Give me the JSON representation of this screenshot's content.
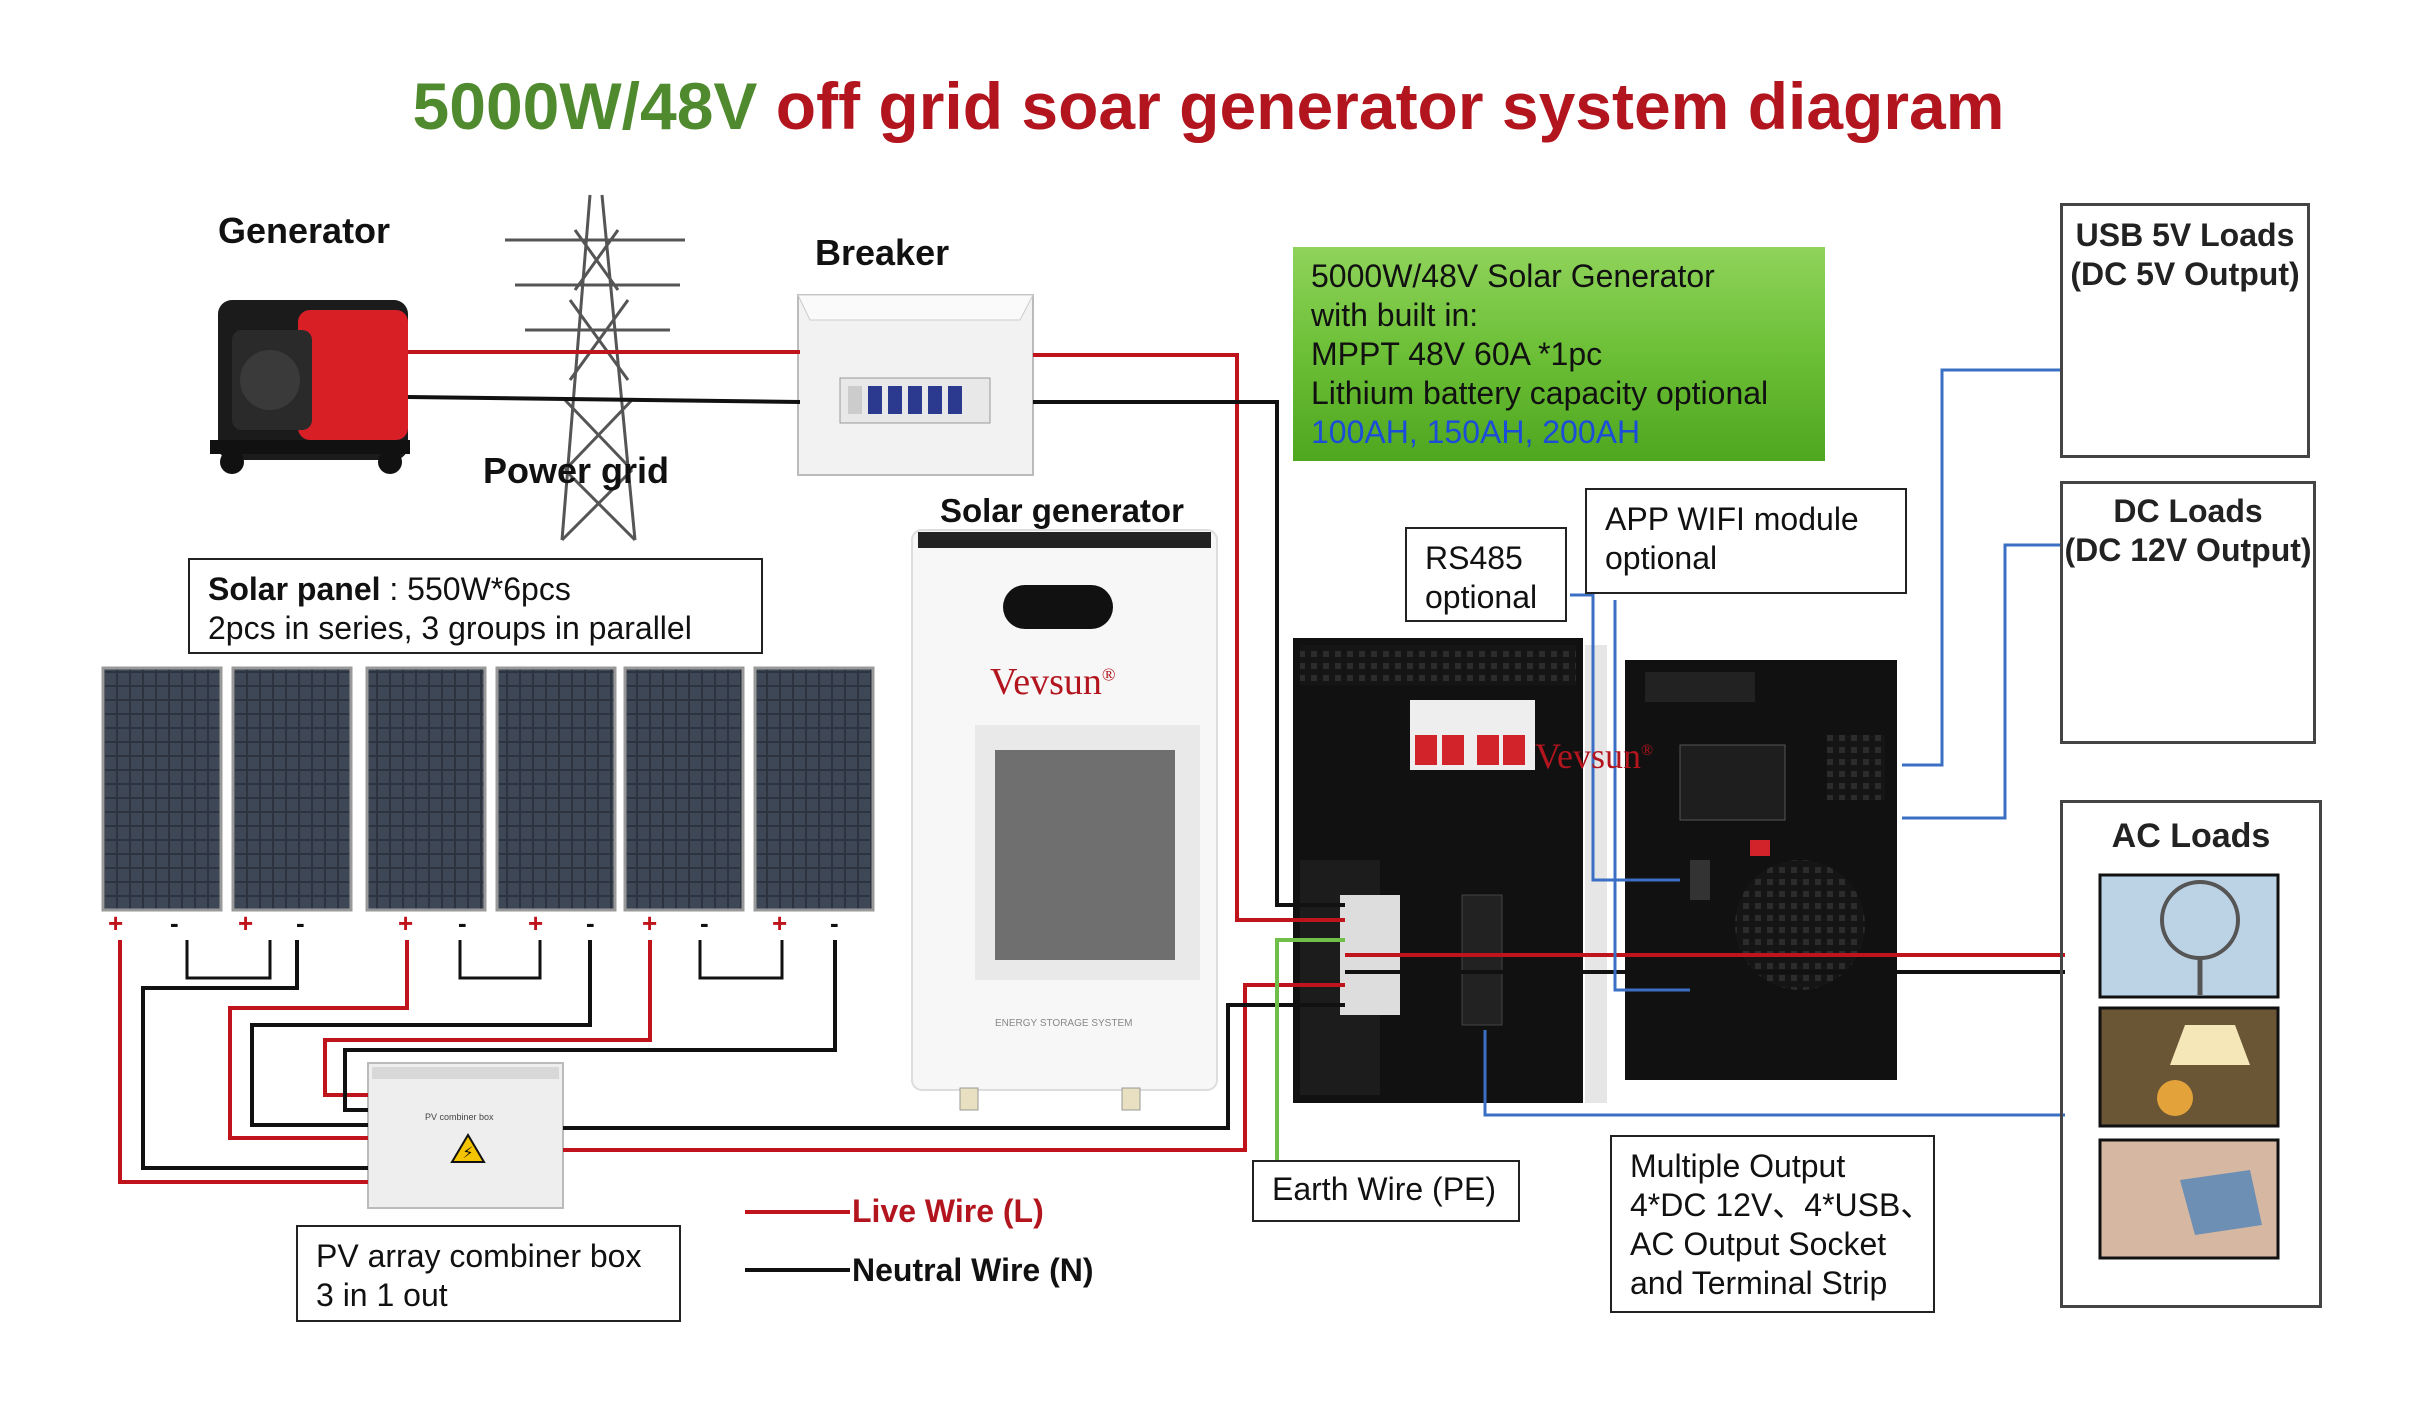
{
  "title": {
    "part1": "5000W/48V",
    "part2": "off grid soar generator system diagram"
  },
  "labels": {
    "generator": "Generator",
    "power_grid": "Power grid",
    "breaker": "Breaker",
    "solar_generator": "Solar generator"
  },
  "solar_panel_box": {
    "bold": "Solar panel",
    "line1_rest": " : 550W*6pcs",
    "line2": "2pcs in series, 3 groups in parallel"
  },
  "system_box": {
    "lines": [
      "5000W/48V Solar Generator",
      "with built in:",
      "MPPT 48V 60A *1pc",
      "Lithium battery capacity optional"
    ],
    "capacity_options": "100AH, 150AH, 200AH"
  },
  "rs485_box": {
    "line1": "RS485",
    "line2": "optional"
  },
  "wifi_box": {
    "line1": "APP WIFI module",
    "line2": "optional"
  },
  "usb_loads": {
    "line1": "USB 5V Loads",
    "line2": "(DC 5V Output)"
  },
  "dc_loads": {
    "line1": "DC Loads",
    "line2": "(DC 12V Output)"
  },
  "ac_loads": {
    "title": "AC Loads"
  },
  "combiner_box": {
    "line1": "PV array combiner box",
    "line2": "3 in 1 out",
    "device_label": "PV combiner box"
  },
  "earth_wire": "Earth Wire (PE)",
  "outputs_box": {
    "lines": [
      "Multiple Output",
      "4*DC 12V、4*USB、",
      "AC Output Socket",
      "and Terminal Strip"
    ]
  },
  "legend": {
    "live": "Live Wire (L)",
    "neutral": "Neutral Wire (N)"
  },
  "brand": "Vevsun",
  "brand_mark": "®",
  "battery_caption": "ENERGY STORAGE SYSTEM",
  "panel_polarity": [
    "+",
    "-",
    "+",
    "-",
    "+",
    "-",
    "+",
    "-",
    "+",
    "-",
    "+",
    "-"
  ],
  "colors": {
    "live": "#c0141c",
    "neutral": "#111111",
    "earth": "#6fbf4a",
    "signal": "#3a6fc4",
    "title_green": "#4f8a2e",
    "title_red": "#b3151f"
  }
}
